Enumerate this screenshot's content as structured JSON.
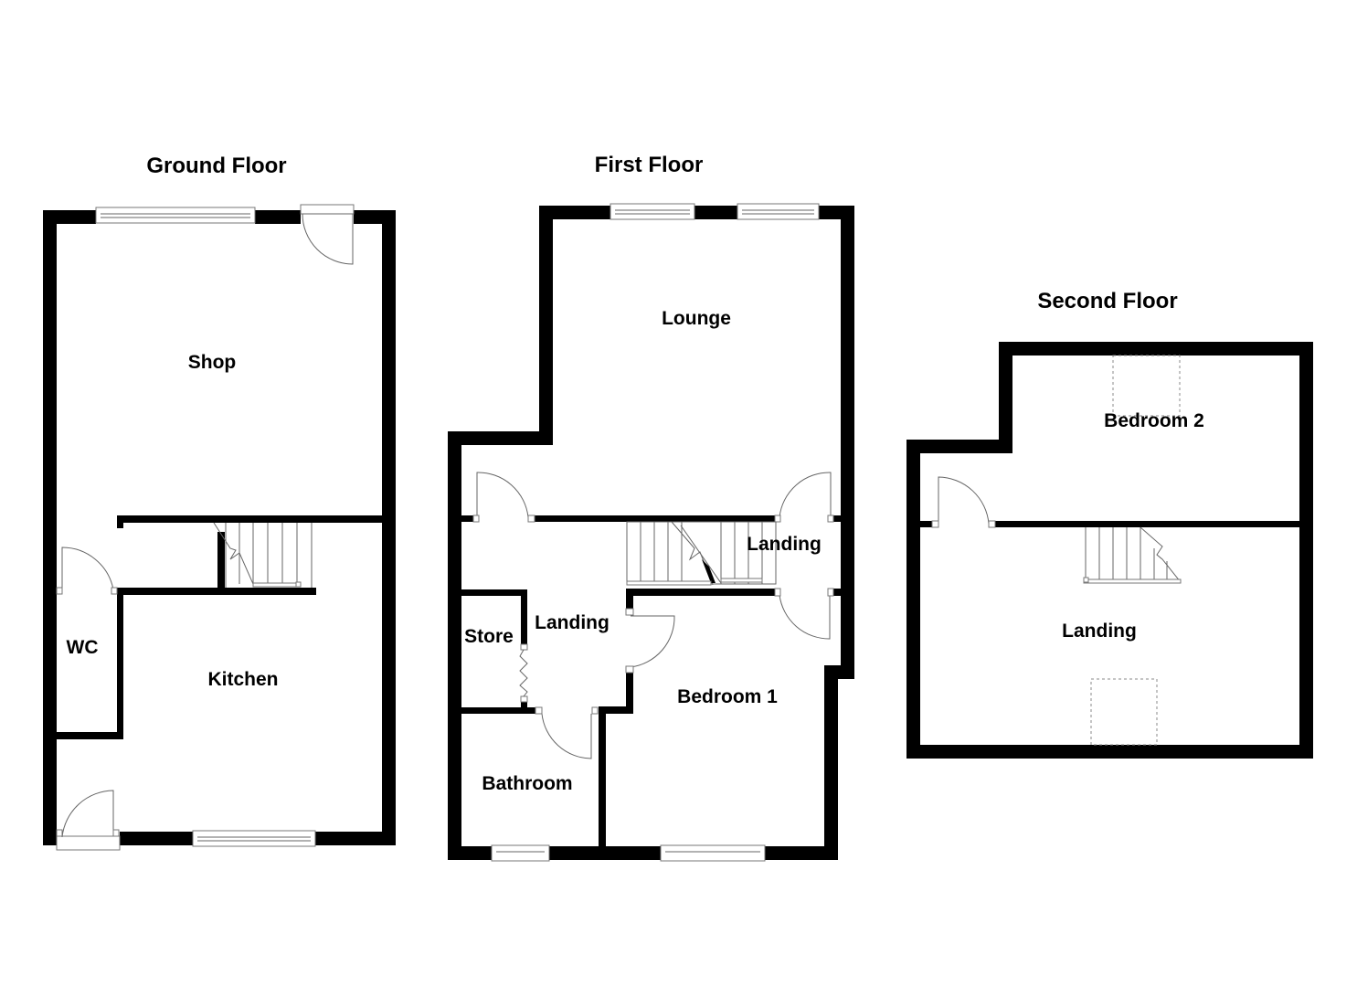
{
  "floors": [
    {
      "title": "Ground Floor",
      "rooms": [
        {
          "name": "Shop"
        },
        {
          "name": "WC"
        },
        {
          "name": "Kitchen"
        }
      ]
    },
    {
      "title": "First Floor",
      "rooms": [
        {
          "name": "Lounge"
        },
        {
          "name": "Landing"
        },
        {
          "name": "Store"
        },
        {
          "name": "Landing"
        },
        {
          "name": "Bedroom 1"
        },
        {
          "name": "Bathroom"
        }
      ]
    },
    {
      "title": "Second Floor",
      "rooms": [
        {
          "name": "Bedroom 2"
        },
        {
          "name": "Landing"
        }
      ]
    }
  ],
  "colors": {
    "wall": "#000000",
    "background": "#ffffff",
    "fixture_line": "#777777"
  }
}
